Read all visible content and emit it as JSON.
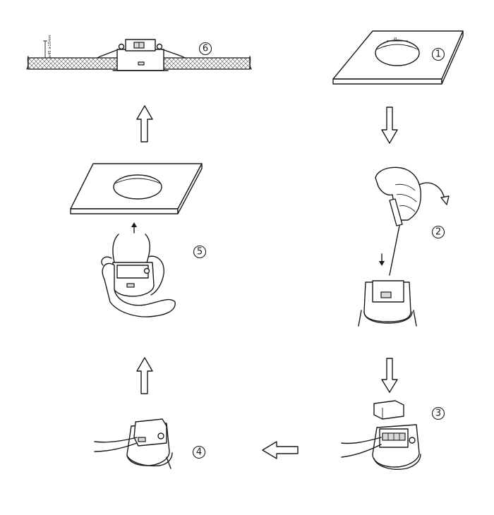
{
  "steps": [
    {
      "number": "1"
    },
    {
      "number": "2"
    },
    {
      "number": "3"
    },
    {
      "number": "4"
    },
    {
      "number": "5"
    },
    {
      "number": "6"
    }
  ],
  "labels": {
    "thickness_note": "≤45 ≥15mm"
  },
  "colors": {
    "line": "#1a1a1a",
    "fill": "#ffffff",
    "hatch": "#bdbdbd"
  }
}
